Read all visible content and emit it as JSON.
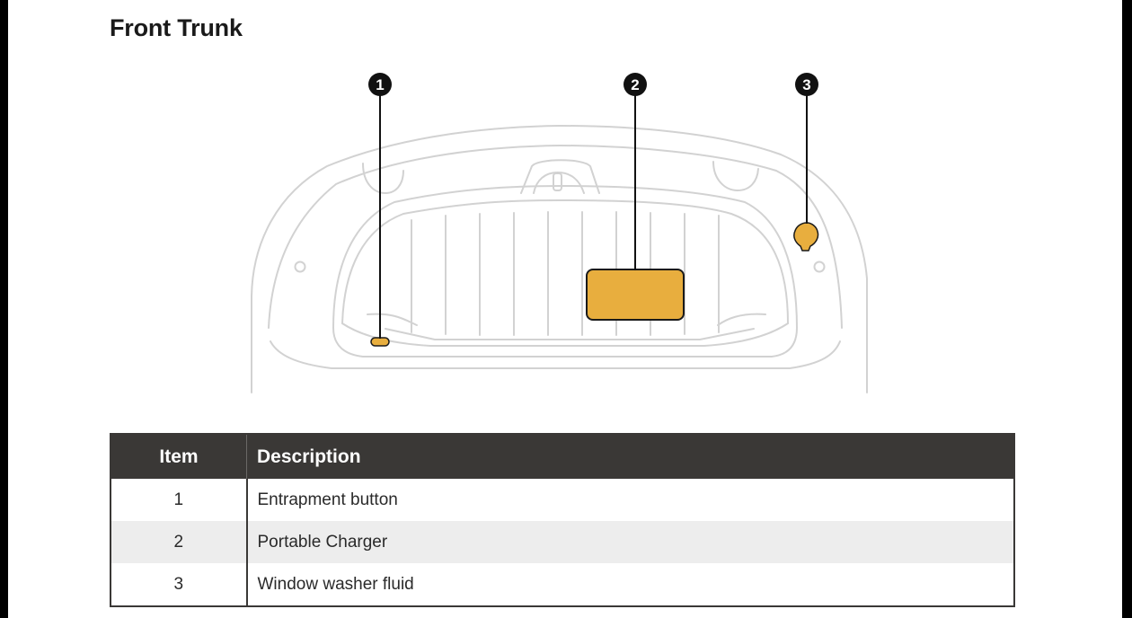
{
  "page": {
    "title": "Front Trunk"
  },
  "diagram": {
    "callouts": [
      {
        "number": "1",
        "target": "entrapment-button"
      },
      {
        "number": "2",
        "target": "portable-charger"
      },
      {
        "number": "3",
        "target": "window-washer-fluid-cap"
      }
    ],
    "highlight_color": "#E8AE3E",
    "line_color": "#D2D2D2",
    "callout_color": "#111111"
  },
  "table": {
    "headers": {
      "item": "Item",
      "description": "Description"
    },
    "rows": [
      {
        "item": "1",
        "description": "Entrapment button"
      },
      {
        "item": "2",
        "description": "Portable Charger"
      },
      {
        "item": "3",
        "description": "Window washer fluid"
      }
    ],
    "header_bg": "#3A3836"
  }
}
